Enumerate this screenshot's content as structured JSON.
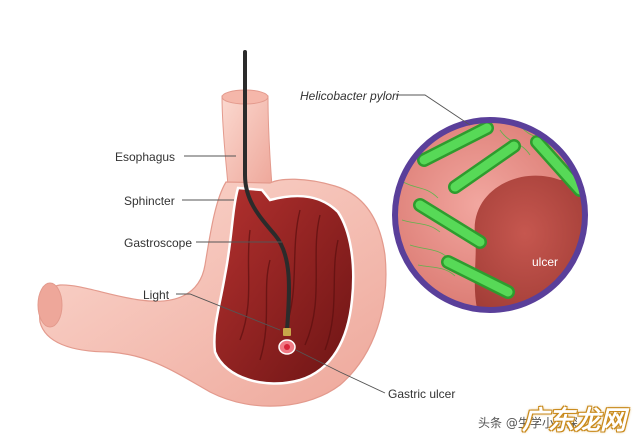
{
  "labels": {
    "esophagus": "Esophagus",
    "sphincter": "Sphincter",
    "gastroscope": "Gastroscope",
    "light": "Light",
    "gastric_ulcer": "Gastric ulcer",
    "helicobacter": "Helicobacter pylori",
    "ulcer": "ulcer"
  },
  "watermark": {
    "small": "头条 @生学小侦探",
    "big": "广东龙网"
  },
  "colors": {
    "stomach_outer": "#f6c3b8",
    "stomach_inner": "#8e1f1f",
    "bacteria": "#3fbf3f",
    "circle_border": "#5a3f9a",
    "tube": "#2b2b2b"
  }
}
